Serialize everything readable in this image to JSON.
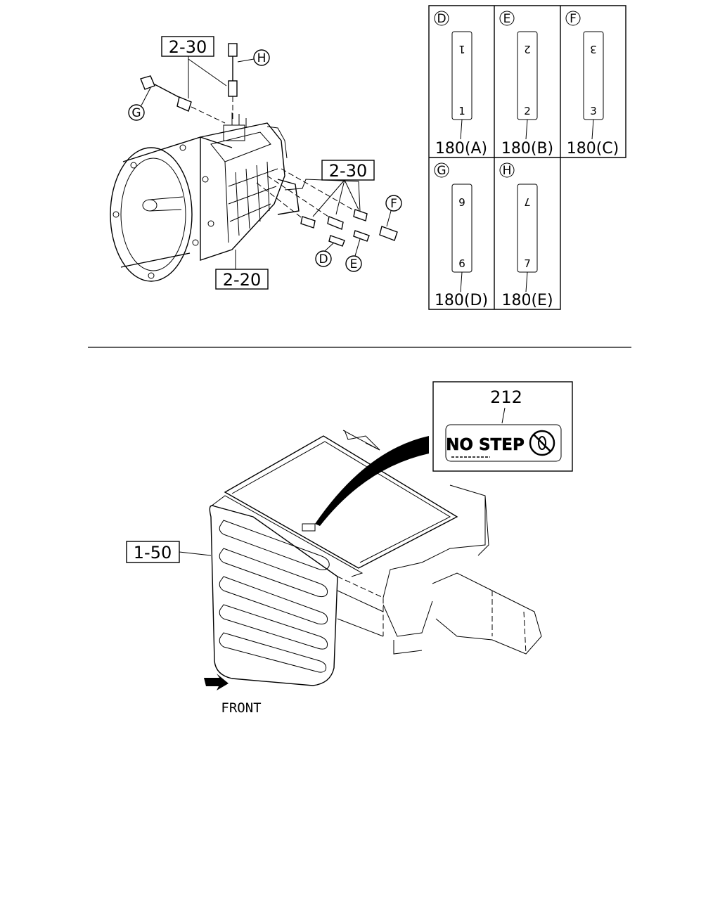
{
  "callouts": {
    "transmission_switch_top": "2-30",
    "transmission_switch_side": "2-30",
    "transmission": "2-20",
    "battery_box": "1-50"
  },
  "connector_letters": {
    "d": "D",
    "e": "E",
    "f": "F",
    "g": "G",
    "h": "H"
  },
  "label_table": [
    {
      "letter": "D",
      "top_number": "1",
      "bottom_number": "1",
      "part": "180(A)"
    },
    {
      "letter": "E",
      "top_number": "2",
      "bottom_number": "2",
      "part": "180(B)"
    },
    {
      "letter": "F",
      "top_number": "3",
      "bottom_number": "3",
      "part": "180(C)"
    },
    {
      "letter": "G",
      "top_number": "6",
      "bottom_number": "6",
      "part": "180(D)"
    },
    {
      "letter": "H",
      "top_number": "7",
      "bottom_number": "7",
      "part": "180(E)"
    }
  ],
  "decal": {
    "part": "212",
    "text": "NO STEP"
  },
  "direction": {
    "text": "FRONT"
  }
}
